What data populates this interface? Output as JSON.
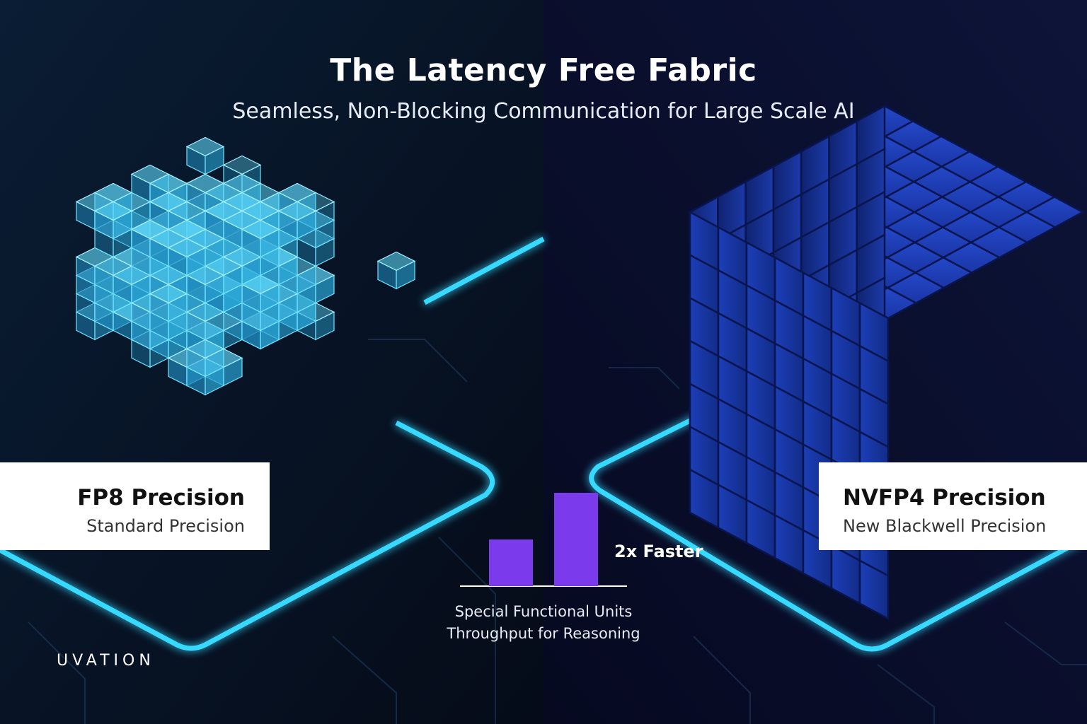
{
  "header": {
    "title": "The Latency Free Fabric",
    "subtitle": "Seamless, Non-Blocking Communication for Large Scale AI"
  },
  "left_card": {
    "title": "FP8 Precision",
    "subtitle": "Standard Precision"
  },
  "right_card": {
    "title": "NVFP4 Precision",
    "subtitle": "New Blackwell Precision"
  },
  "chart_data": {
    "type": "bar",
    "categories": [
      "",
      ""
    ],
    "values": [
      1,
      2
    ],
    "annotation": "2x Faster",
    "caption_lines": [
      "Special Functional Units",
      "Throughput for Reasoning"
    ],
    "bar_color": "#7c3aed"
  },
  "brand": {
    "logo_text": "UVATION"
  },
  "colors": {
    "background": "#050a1a",
    "glow": "#38d9ff",
    "left_cube": "#3fc3ee",
    "right_cube": "#1c3fb8",
    "card": "#ffffff"
  }
}
